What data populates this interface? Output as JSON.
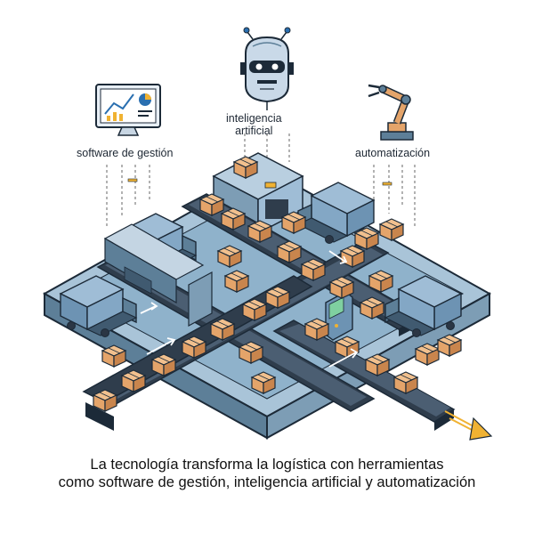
{
  "labels": {
    "software": "software de gestión",
    "ai_line1": "inteligencia",
    "ai_line2": "artificial",
    "automation": "automatización"
  },
  "caption": {
    "line1": "La tecnología transforma la logística con herramientas",
    "line2": "como software de gestión, inteligencia artificial y automatización"
  },
  "icons": [
    "monitor-chart-icon",
    "robot-head-icon",
    "robotic-arm-icon",
    "delivery-truck-icon",
    "package-box-icon",
    "conveyor-belt-icon"
  ],
  "colors": {
    "platform_top": "#8fb2cb",
    "platform_side": "#5d7f98",
    "belt": "#2f3d4c",
    "truck": "#6d93b3",
    "box": "#e4a46a",
    "accent": "#f0b232",
    "outline": "#1c2a38"
  }
}
